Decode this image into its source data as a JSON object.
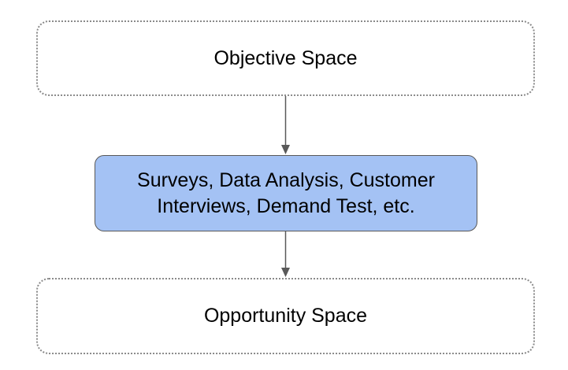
{
  "diagram": {
    "nodes": [
      {
        "id": "objective",
        "label_lines": [
          "Objective Space"
        ],
        "style": "dotted"
      },
      {
        "id": "methods",
        "label_lines": [
          "Surveys, Data Analysis, Customer",
          "Interviews, Demand Test, etc."
        ],
        "style": "filled"
      },
      {
        "id": "opportunity",
        "label_lines": [
          "Opportunity Space"
        ],
        "style": "dotted"
      }
    ],
    "edges": [
      {
        "from": "objective",
        "to": "methods"
      },
      {
        "from": "methods",
        "to": "opportunity"
      }
    ],
    "colors": {
      "filled_node": "#a4c2f4",
      "filled_border": "#595959",
      "dotted_border": "#8a8a8a",
      "arrow": "#595959"
    }
  }
}
